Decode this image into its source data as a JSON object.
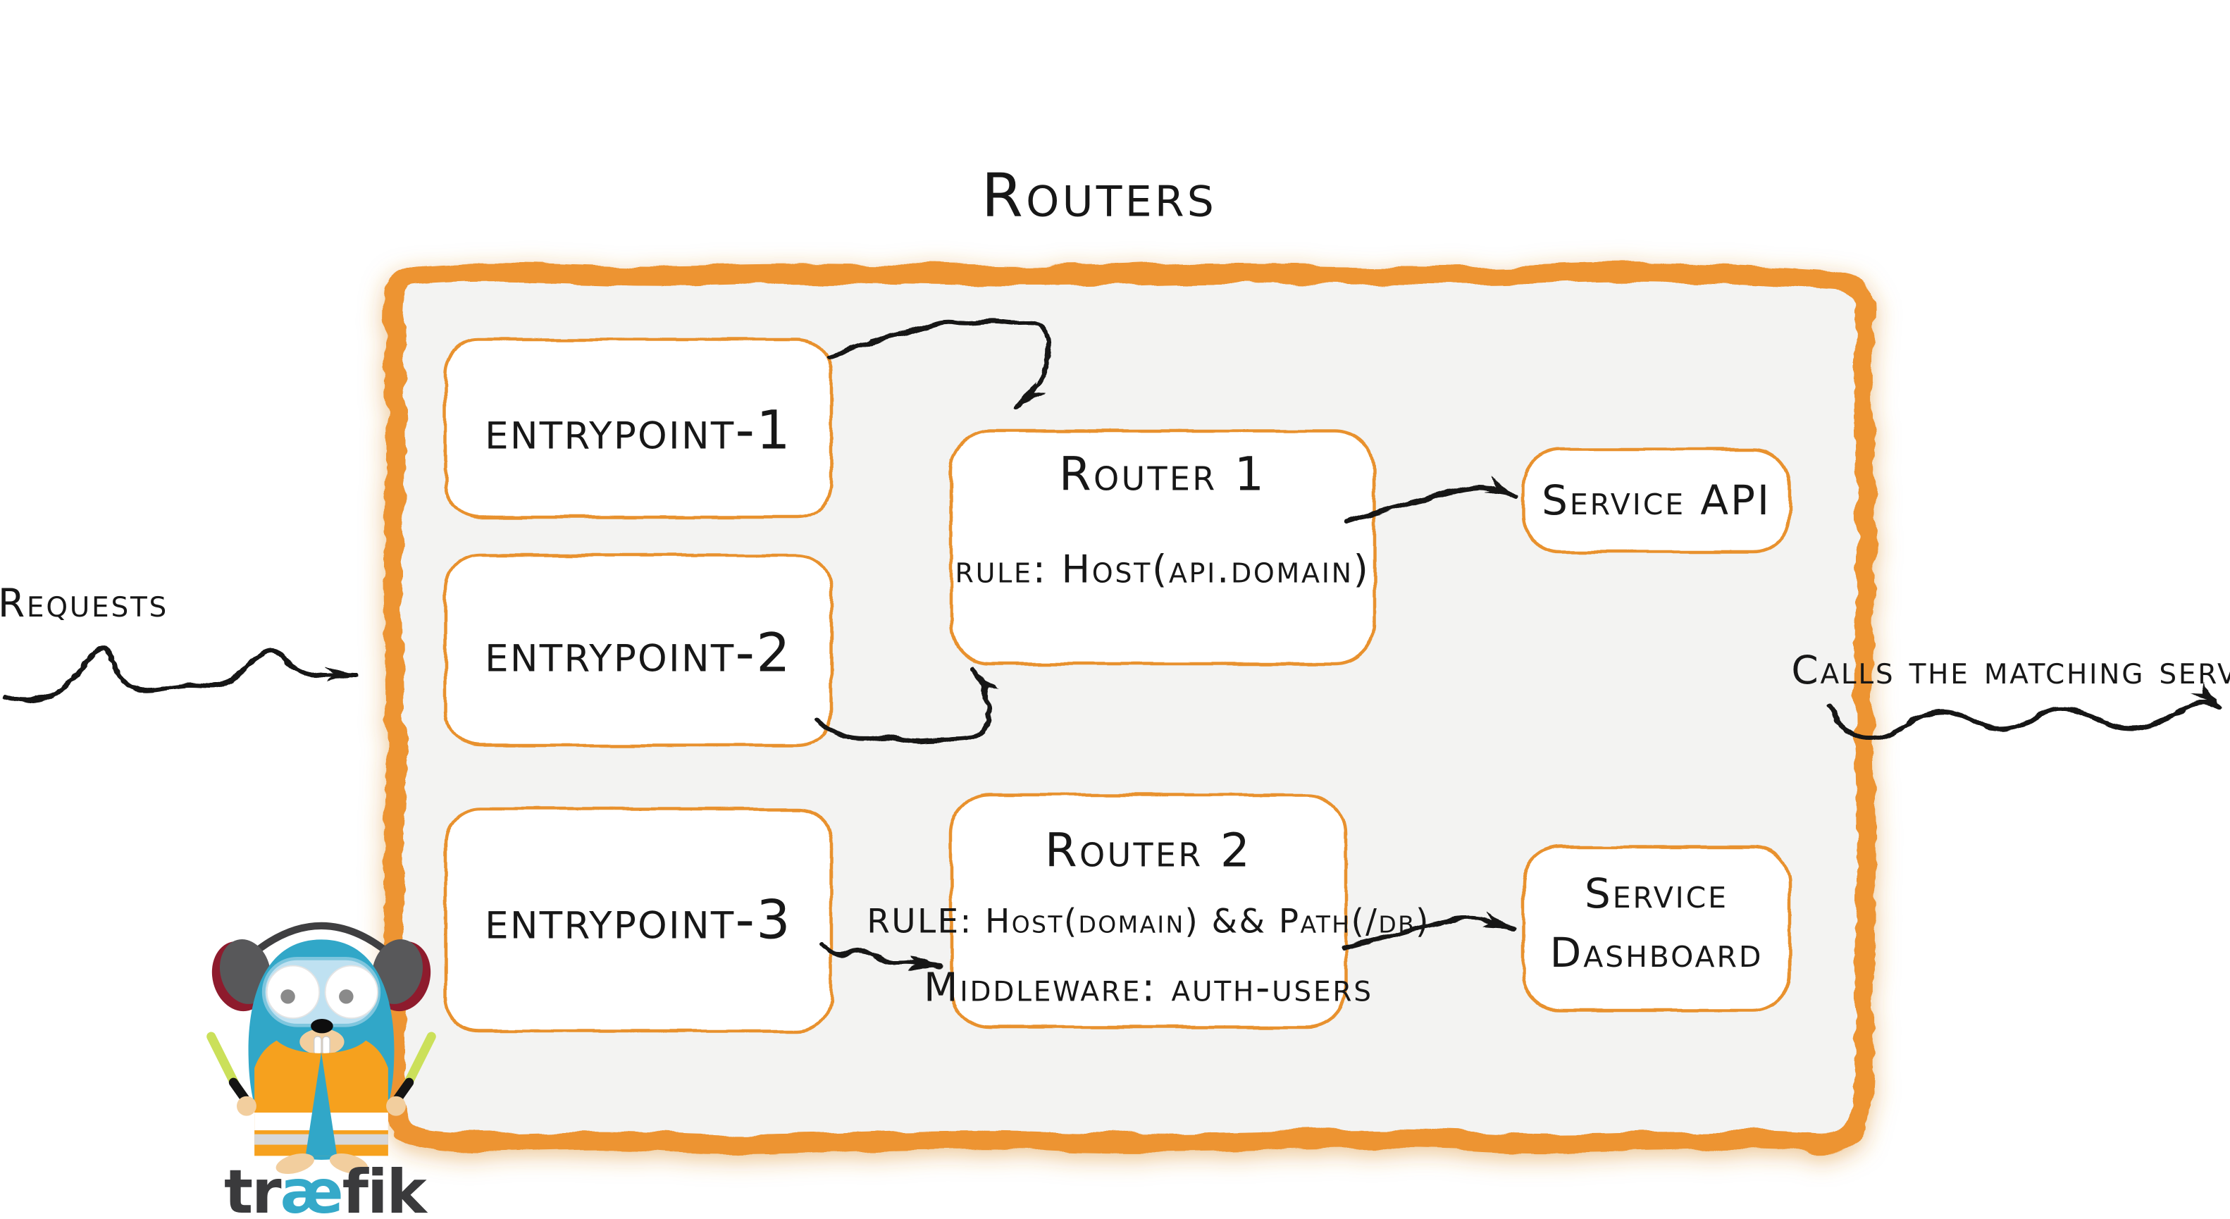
{
  "title": "Routers",
  "flow_in": {
    "label": "Requests"
  },
  "flow_out": {
    "label": "Calls the matching server"
  },
  "entrypoints": [
    {
      "label": "entrypoint-1"
    },
    {
      "label": "entrypoint-2"
    },
    {
      "label": "entrypoint-3"
    }
  ],
  "routers": [
    {
      "name": "Router 1",
      "rule": "rule: Host(api.domain)"
    },
    {
      "name": "Router 2",
      "rule": "RULE: Host(domain) && Path(/db)",
      "middleware": "Middleware: auth-users"
    }
  ],
  "services": [
    {
      "label": "Service API",
      "lines": [
        "Service API"
      ]
    },
    {
      "label": "Service Dashboard",
      "lines": [
        "Service",
        "Dashboard"
      ]
    }
  ],
  "brand": {
    "prefix": "tr",
    "ligature": "æ",
    "suffix": "fik"
  },
  "colors": {
    "container_border": "#ED9431",
    "box_border": "#E8912D",
    "container_fill": "#F3F3F2",
    "ink": "#1A1A1A",
    "brand_teal": "#35A9C9",
    "gopher_body": "#31A7C8",
    "vest_orange": "#F6A11E",
    "vest_stripe_white": "#FFFFFF",
    "vest_stripe_gray": "#D8D8D8",
    "headphone_gray": "#58585A",
    "headphone_red": "#8E1B2D",
    "wand_green": "#CBE05A",
    "page_background": "#FFFFFF"
  }
}
